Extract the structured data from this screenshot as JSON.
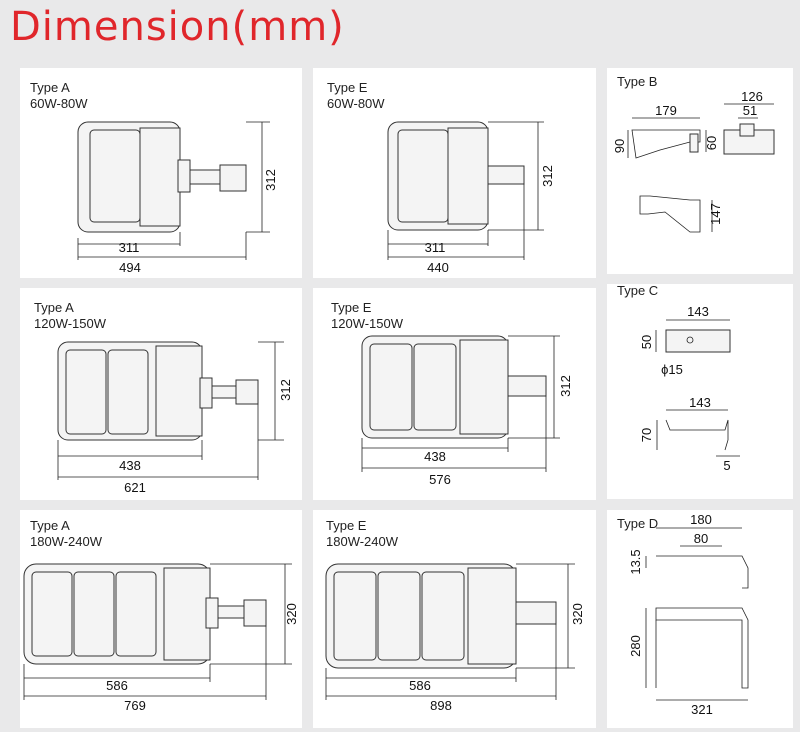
{
  "title": "Dimension(mm)",
  "panels": [
    {
      "type": "Type A",
      "power": "60W-80W",
      "h": "312",
      "w1": "311",
      "w2": "494"
    },
    {
      "type": "Type E",
      "power": "60W-80W",
      "h": "312",
      "w1": "311",
      "w2": "440"
    },
    {
      "type": "Type A",
      "power": "120W-150W",
      "h": "312",
      "w1": "438",
      "w2": "621"
    },
    {
      "type": "Type E",
      "power": "120W-150W",
      "h": "312",
      "w1": "438",
      "w2": "576"
    },
    {
      "type": "Type A",
      "power": "180W-240W",
      "h": "320",
      "w1": "586",
      "w2": "769"
    },
    {
      "type": "Type E",
      "power": "180W-240W",
      "h": "320",
      "w1": "586",
      "w2": "898"
    }
  ],
  "typeB": {
    "label": "Type B",
    "d1": "179",
    "d2": "90",
    "d3": "60",
    "d4": "126",
    "d5": "51",
    "d6": "147"
  },
  "typeC": {
    "label": "Type C",
    "d1": "143",
    "d2": "50",
    "d3": "ϕ15",
    "d4": "143",
    "d5": "70",
    "d6": "5"
  },
  "typeD": {
    "label": "Type D",
    "d1": "180",
    "d2": "80",
    "d3": "13.5",
    "d4": "280",
    "d5": "321"
  }
}
